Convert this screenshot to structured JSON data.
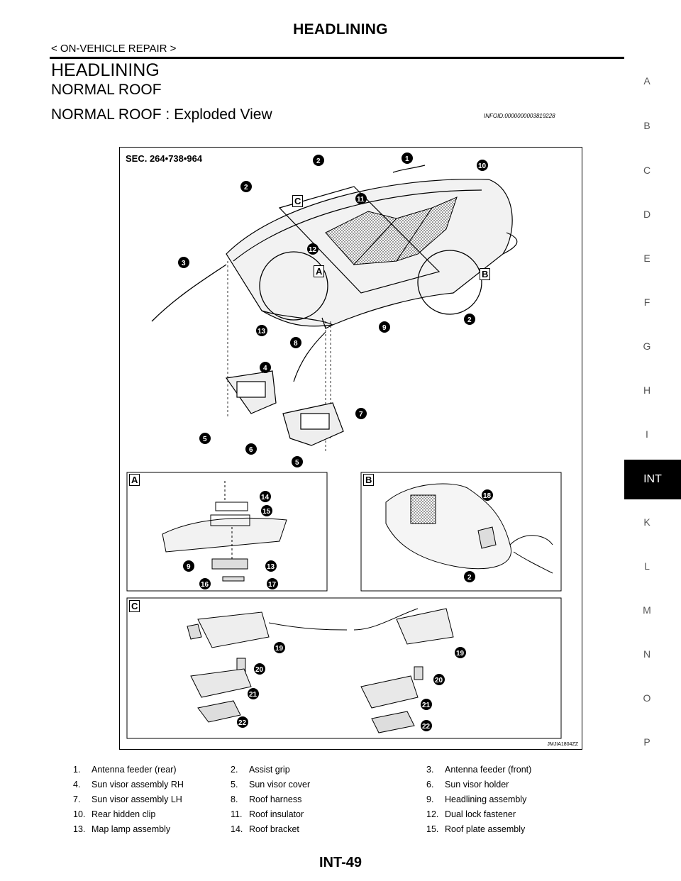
{
  "header": {
    "title": "HEADLINING",
    "section": "< ON-VEHICLE REPAIR >"
  },
  "headings": {
    "h1": "HEADLINING",
    "h2": "NORMAL ROOF",
    "h3": "NORMAL ROOF : Exploded View"
  },
  "info_code": "INFOID:0000000003819228",
  "side_index": {
    "letters": [
      "A",
      "B",
      "C",
      "D",
      "E",
      "F",
      "G",
      "H",
      "I",
      "K",
      "L",
      "M",
      "N",
      "O",
      "P"
    ],
    "active": "INT"
  },
  "figure": {
    "section_code": "SEC. 264•738•964",
    "figure_code": "JMJIA1804ZZ",
    "detail_labels": [
      "A",
      "B",
      "C"
    ]
  },
  "legend": [
    [
      {
        "num": "1.",
        "label": "Antenna feeder (rear)"
      },
      {
        "num": "2.",
        "label": "Assist grip"
      },
      {
        "num": "3.",
        "label": "Antenna feeder (front)"
      }
    ],
    [
      {
        "num": "4.",
        "label": "Sun visor assembly RH"
      },
      {
        "num": "5.",
        "label": "Sun visor cover"
      },
      {
        "num": "6.",
        "label": "Sun visor holder"
      }
    ],
    [
      {
        "num": "7.",
        "label": "Sun visor assembly LH"
      },
      {
        "num": "8.",
        "label": "Roof harness"
      },
      {
        "num": "9.",
        "label": "Headlining assembly"
      }
    ],
    [
      {
        "num": "10.",
        "label": "Rear hidden clip"
      },
      {
        "num": "11.",
        "label": "Roof insulator"
      },
      {
        "num": "12.",
        "label": "Dual lock fastener"
      }
    ],
    [
      {
        "num": "13.",
        "label": "Map lamp assembly"
      },
      {
        "num": "14.",
        "label": "Roof bracket"
      },
      {
        "num": "15.",
        "label": "Roof plate assembly"
      }
    ]
  ],
  "page_number": "INT-49"
}
